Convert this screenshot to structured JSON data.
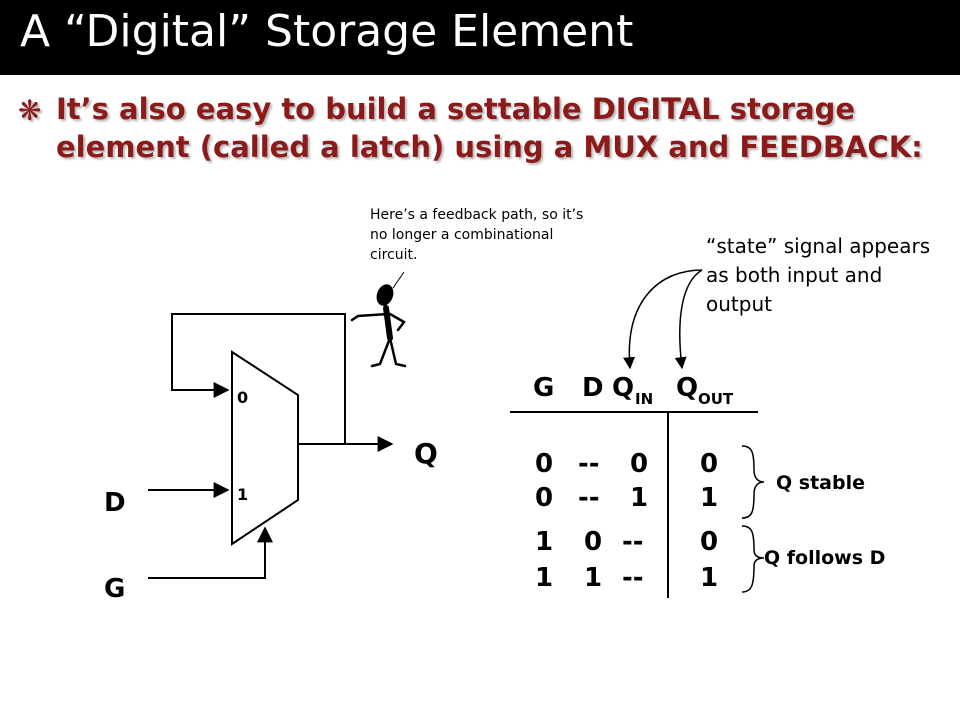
{
  "slide": {
    "title": "A “Digital” Storage Element",
    "bullet": "It’s also easy to build a settable DIGITAL storage element (called a latch) using a MUX and FEEDBACK:"
  },
  "circuit": {
    "mux_in0": "0",
    "mux_in1": "1",
    "label_D": "D",
    "label_G": "G",
    "label_Q": "Q"
  },
  "callouts": {
    "feedback": "Here’s a feedback path, so it’s no longer a combinational circuit.",
    "state": "“state” signal appears as both input and output"
  },
  "truth_table": {
    "headers": [
      {
        "main": "G",
        "sub": ""
      },
      {
        "main": "D",
        "sub": ""
      },
      {
        "main": "Q",
        "sub": "IN"
      },
      {
        "main": "Q",
        "sub": "OUT"
      }
    ],
    "rows": [
      [
        "0",
        "--",
        "0",
        "0"
      ],
      [
        "0",
        "--",
        "1",
        "1"
      ],
      [
        "1",
        "0",
        "--",
        "0"
      ],
      [
        "1",
        "1",
        "--",
        "1"
      ]
    ],
    "group_labels": [
      "Q stable",
      "Q follows D"
    ]
  }
}
